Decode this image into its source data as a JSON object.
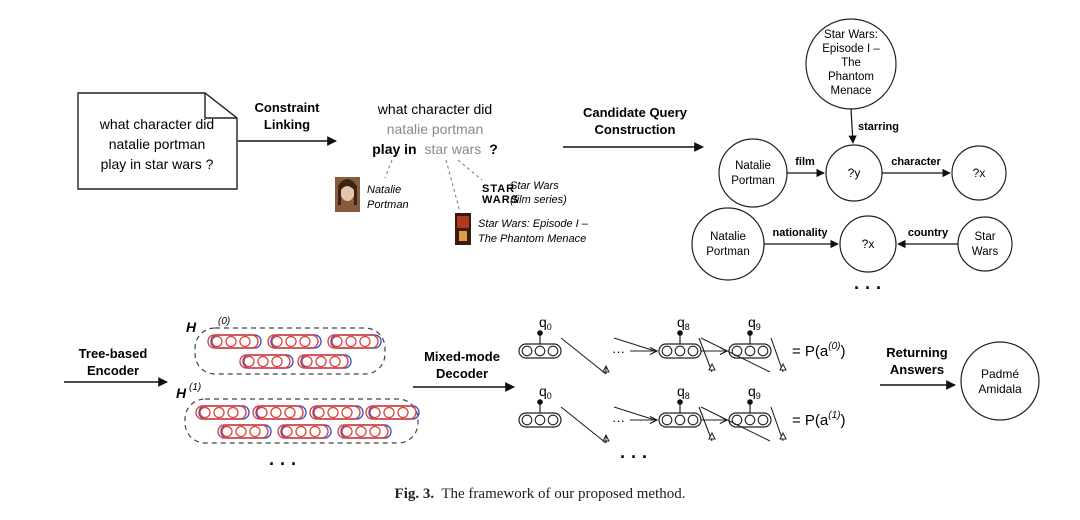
{
  "question_doc": {
    "lines": [
      "what character  did",
      "natalie portman",
      "play in star wars ?"
    ]
  },
  "stage_labels": {
    "constraint_linking": [
      "Constraint",
      "Linking"
    ],
    "candidate_query": [
      "Candidate Query",
      "Construction"
    ],
    "tree_encoder": [
      "Tree-based",
      "Encoder"
    ],
    "mixed_decoder": [
      "Mixed-mode",
      "Decoder"
    ],
    "returning": [
      "Returning",
      "Answers"
    ]
  },
  "linked_question": {
    "line1": "what character  did",
    "entity_mention": "natalie portman",
    "line3_prefix": "play in",
    "line3_mention": "star wars",
    "line3_suffix": "?"
  },
  "entities": {
    "natalie": [
      "Natalie",
      "Portman"
    ],
    "starwars_logo": [
      "STAR",
      "WARS"
    ],
    "starwars_series": [
      "Star Wars",
      "(film series)"
    ],
    "episode": [
      "Star Wars: Episode I –",
      "The Phantom Menace"
    ]
  },
  "query_graph": {
    "top_node": [
      "Star Wars:",
      "Episode I –",
      "The",
      "Phantom",
      "Menace"
    ],
    "node_np1": [
      "Natalie",
      "Portman"
    ],
    "node_y": "?y",
    "node_x1": "?x",
    "node_np2": [
      "Natalie",
      "Portman"
    ],
    "node_x2": "?x",
    "node_sw": [
      "Star",
      "Wars"
    ],
    "edges": {
      "starring": "starring",
      "film": "film",
      "character": "character",
      "nationality": "nationality",
      "country": "country"
    },
    "more": "· · ·"
  },
  "encoder": {
    "h0": "H",
    "h0_sup": "(0)",
    "h1": "H",
    "h1_sup": "(1)",
    "more": "· · ·",
    "colors": {
      "red": "#e0413a",
      "blue": "#3a56c8"
    }
  },
  "decoder": {
    "q_labels": [
      "q",
      "q",
      "q"
    ],
    "q_subs": [
      "0",
      "8",
      "9"
    ],
    "dots": "···",
    "prob_rows": [
      {
        "prefix": "=  P(a",
        "sup": "(0)",
        "suffix": ")"
      },
      {
        "prefix": "=  P(a",
        "sup": "(1)",
        "suffix": ")"
      }
    ],
    "more": "· · ·"
  },
  "answer": [
    "Padmé",
    "Amidala"
  ],
  "caption": {
    "label": "Fig. 3.",
    "text": "The framework of our proposed method."
  }
}
